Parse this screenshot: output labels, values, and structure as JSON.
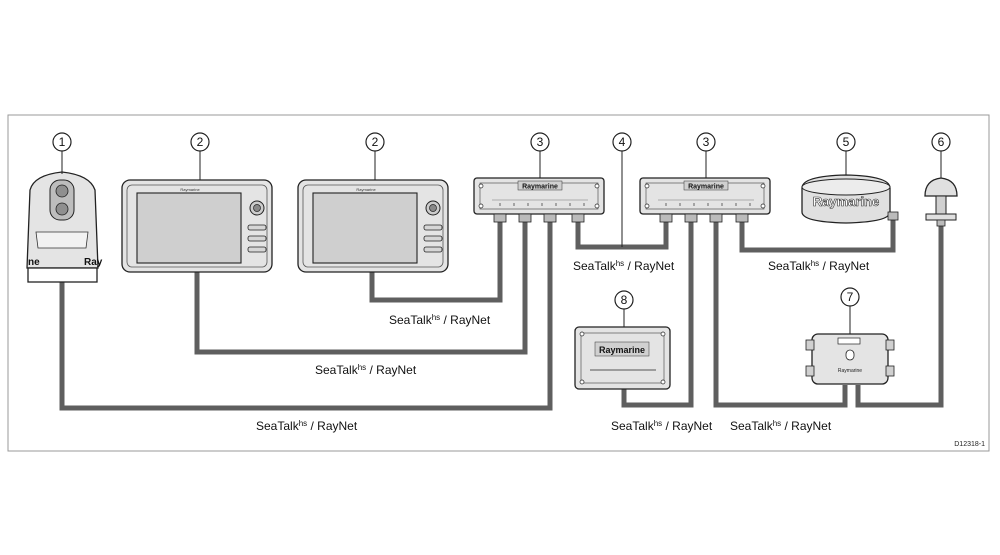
{
  "callouts": [
    "1",
    "2",
    "2",
    "3",
    "4",
    "3",
    "5",
    "6",
    "7",
    "8"
  ],
  "cable_labels": [
    {
      "main": "SeaTalk",
      "sup": "hs",
      "rest": " / RayNet"
    },
    {
      "main": "SeaTalk",
      "sup": "hs",
      "rest": " / RayNet"
    },
    {
      "main": "SeaTalk",
      "sup": "hs",
      "rest": " / RayNet"
    },
    {
      "main": "SeaTalk",
      "sup": "hs",
      "rest": " / RayNet"
    },
    {
      "main": "SeaTalk",
      "sup": "hs",
      "rest": " / RayNet"
    },
    {
      "main": "SeaTalk",
      "sup": "hs",
      "rest": " / RayNet"
    },
    {
      "main": "SeaTalk",
      "sup": "hs",
      "rest": " / RayNet"
    }
  ],
  "brand": {
    "switch_left": "Raymarine",
    "switch_right": "Raymarine",
    "radome": "Raymarine",
    "sonar_module": "Raymarine",
    "display_small_1": "Raymarine",
    "display_small_2": "Raymarine",
    "junction_box": "Raymarine",
    "camera_left": "ne",
    "camera_right": "Ray"
  },
  "figure_id": "D12318-1",
  "colors": {
    "cable": "#5f5f5f",
    "device_fill": "#e4e4e4",
    "screen": "#cfcfcf",
    "outline": "#222222"
  }
}
